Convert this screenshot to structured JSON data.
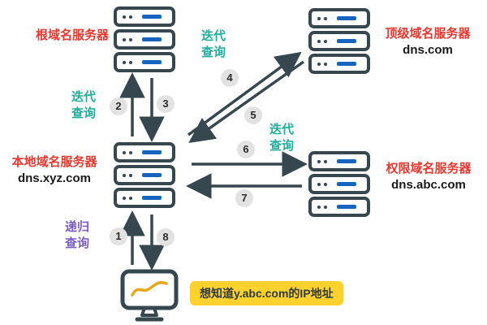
{
  "nodes": {
    "root": {
      "label": "根域名服务器"
    },
    "tld": {
      "label": "顶级域名服务器",
      "domain": "dns.com"
    },
    "local": {
      "label": "本地域名服务器",
      "domain": "dns.xyz.com"
    },
    "auth": {
      "label": "权限域名服务器",
      "domain": "dns.abc.com"
    }
  },
  "labels": {
    "iterative": "迭代查询",
    "recursive": "递归查询"
  },
  "steps": {
    "s1": "1",
    "s2": "2",
    "s3": "3",
    "s4": "4",
    "s5": "5",
    "s6": "6",
    "s7": "7",
    "s8": "8"
  },
  "query_box": {
    "text": "想知道y.abc.com的IP地址"
  },
  "colors": {
    "server_dark": "#37474f",
    "server_blue": "#1565c0",
    "label_red": "#e8382f",
    "iterative_teal": "#1fae9e",
    "recursive_purple": "#7c5cc4",
    "highlight_yellow": "#fdd22f",
    "step_circle_gray": "#e2e2e2"
  }
}
